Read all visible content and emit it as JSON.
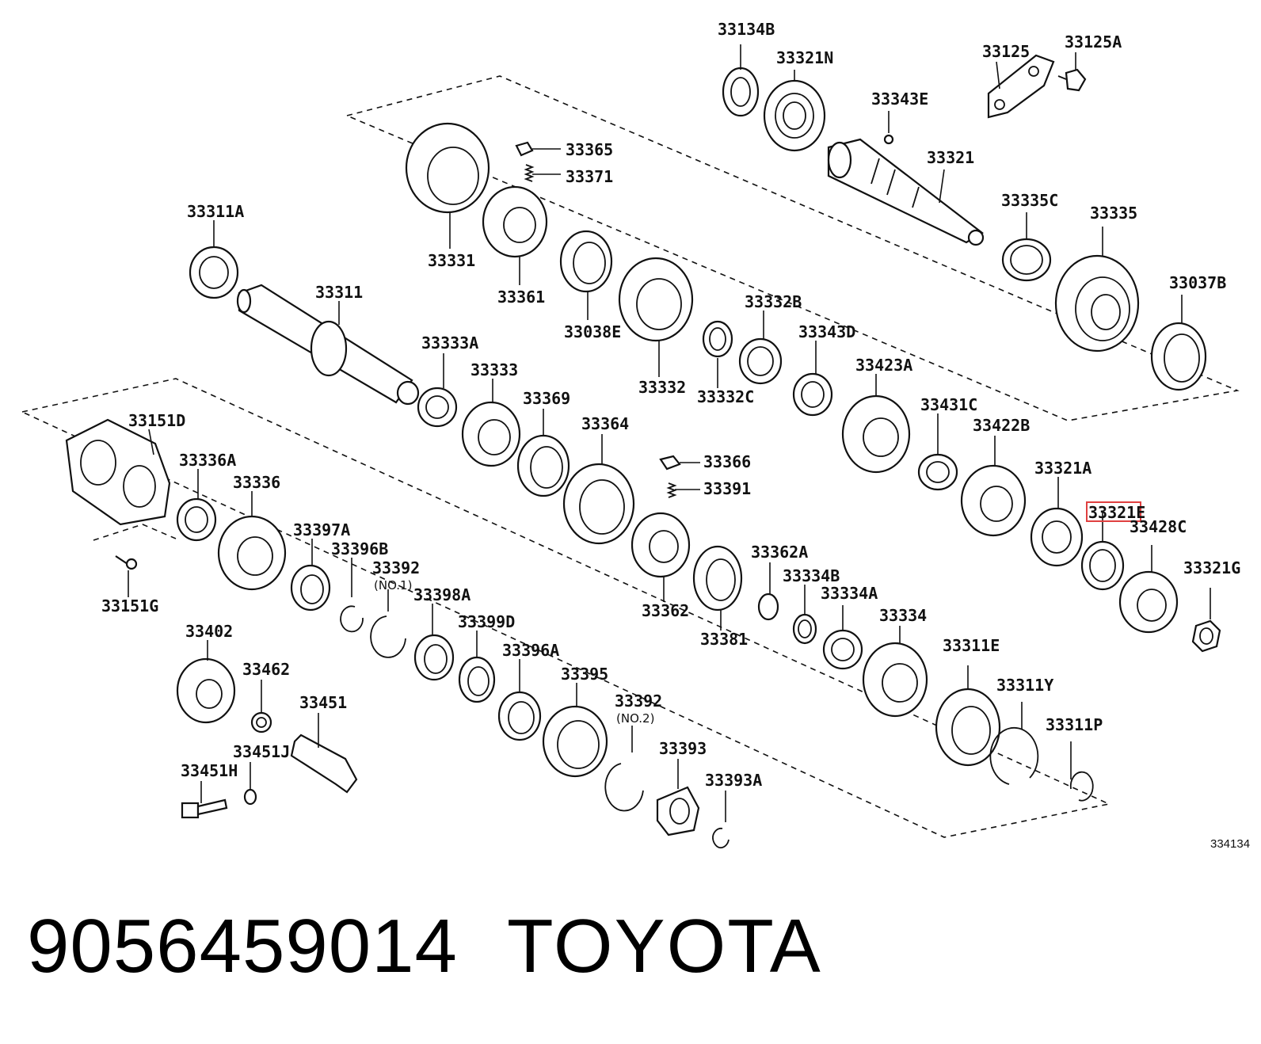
{
  "diagram": {
    "reference_code": "334134",
    "highlight_color": "#e04040",
    "labels": [
      {
        "id": "33134B",
        "text": "33134B"
      },
      {
        "id": "33321N",
        "text": "33321N"
      },
      {
        "id": "33125",
        "text": "33125"
      },
      {
        "id": "33125A",
        "text": "33125A"
      },
      {
        "id": "33343E",
        "text": "33343E"
      },
      {
        "id": "33321",
        "text": "33321"
      },
      {
        "id": "33365",
        "text": "33365"
      },
      {
        "id": "33371",
        "text": "33371"
      },
      {
        "id": "33331",
        "text": "33331"
      },
      {
        "id": "33361",
        "text": "33361"
      },
      {
        "id": "33311A",
        "text": "33311A"
      },
      {
        "id": "33335C",
        "text": "33335C"
      },
      {
        "id": "33335",
        "text": "33335"
      },
      {
        "id": "33037B",
        "text": "33037B"
      },
      {
        "id": "33311",
        "text": "33311"
      },
      {
        "id": "33038E",
        "text": "33038E"
      },
      {
        "id": "33332B",
        "text": "33332B"
      },
      {
        "id": "33343D",
        "text": "33343D"
      },
      {
        "id": "33333A",
        "text": "33333A"
      },
      {
        "id": "33333",
        "text": "33333"
      },
      {
        "id": "33332",
        "text": "33332"
      },
      {
        "id": "33332C",
        "text": "33332C"
      },
      {
        "id": "33423A",
        "text": "33423A"
      },
      {
        "id": "33369",
        "text": "33369"
      },
      {
        "id": "33431C",
        "text": "33431C"
      },
      {
        "id": "33151D",
        "text": "33151D"
      },
      {
        "id": "33364",
        "text": "33364"
      },
      {
        "id": "33422B",
        "text": "33422B"
      },
      {
        "id": "33336A",
        "text": "33336A"
      },
      {
        "id": "33366",
        "text": "33366"
      },
      {
        "id": "33321A",
        "text": "33321A"
      },
      {
        "id": "33336",
        "text": "33336"
      },
      {
        "id": "33391",
        "text": "33391"
      },
      {
        "id": "33321E",
        "text": "33321E"
      },
      {
        "id": "33428C",
        "text": "33428C"
      },
      {
        "id": "33397A",
        "text": "33397A"
      },
      {
        "id": "33396B",
        "text": "33396B"
      },
      {
        "id": "33392_1",
        "text": "33392"
      },
      {
        "id": "no1",
        "text": "(NO.1)"
      },
      {
        "id": "33362A",
        "text": "33362A"
      },
      {
        "id": "33321G",
        "text": "33321G"
      },
      {
        "id": "33334B",
        "text": "33334B"
      },
      {
        "id": "33398A",
        "text": "33398A"
      },
      {
        "id": "33334A",
        "text": "33334A"
      },
      {
        "id": "33362",
        "text": "33362"
      },
      {
        "id": "33151G",
        "text": "33151G"
      },
      {
        "id": "33334",
        "text": "33334"
      },
      {
        "id": "33399D",
        "text": "33399D"
      },
      {
        "id": "33381",
        "text": "33381"
      },
      {
        "id": "33402",
        "text": "33402"
      },
      {
        "id": "33396A",
        "text": "33396A"
      },
      {
        "id": "33311E",
        "text": "33311E"
      },
      {
        "id": "33462",
        "text": "33462"
      },
      {
        "id": "33395",
        "text": "33395"
      },
      {
        "id": "33311Y",
        "text": "33311Y"
      },
      {
        "id": "33451",
        "text": "33451"
      },
      {
        "id": "33392_2",
        "text": "33392"
      },
      {
        "id": "no2",
        "text": "(NO.2)"
      },
      {
        "id": "33311P",
        "text": "33311P"
      },
      {
        "id": "33451J",
        "text": "33451J"
      },
      {
        "id": "33393",
        "text": "33393"
      },
      {
        "id": "33451H",
        "text": "33451H"
      },
      {
        "id": "33393A",
        "text": "33393A"
      }
    ]
  },
  "footer": {
    "part_number": "9056459014",
    "brand": "TOYOTA"
  }
}
